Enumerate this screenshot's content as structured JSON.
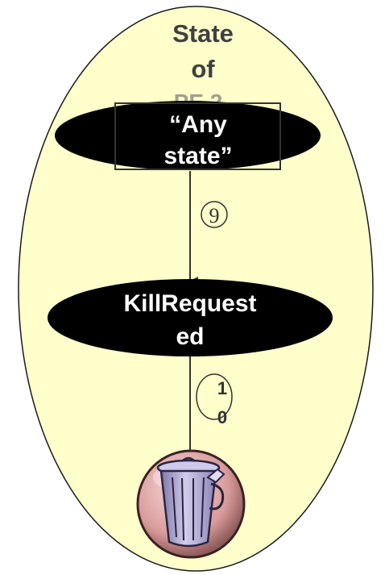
{
  "container": {
    "title_line1": "State",
    "title_line2": "of",
    "fill": "#FFFFCC"
  },
  "ghost_text": "PE 2",
  "states": {
    "any_state": {
      "line1": "“Any",
      "line2": "state”"
    },
    "kill_requested": {
      "line1": "KillRequest",
      "line2": "ed"
    }
  },
  "transitions": {
    "t9": {
      "label": "9"
    },
    "t10": {
      "line1": "1",
      "line2": "0"
    }
  },
  "colors": {
    "state_fill": "#000000",
    "state_text": "#FFFFFF",
    "arrow": "#333333",
    "trash_ball": "#E8B4B4",
    "trash_can": "#B8B0D8"
  },
  "icons": {
    "end": "trash-can-icon"
  }
}
